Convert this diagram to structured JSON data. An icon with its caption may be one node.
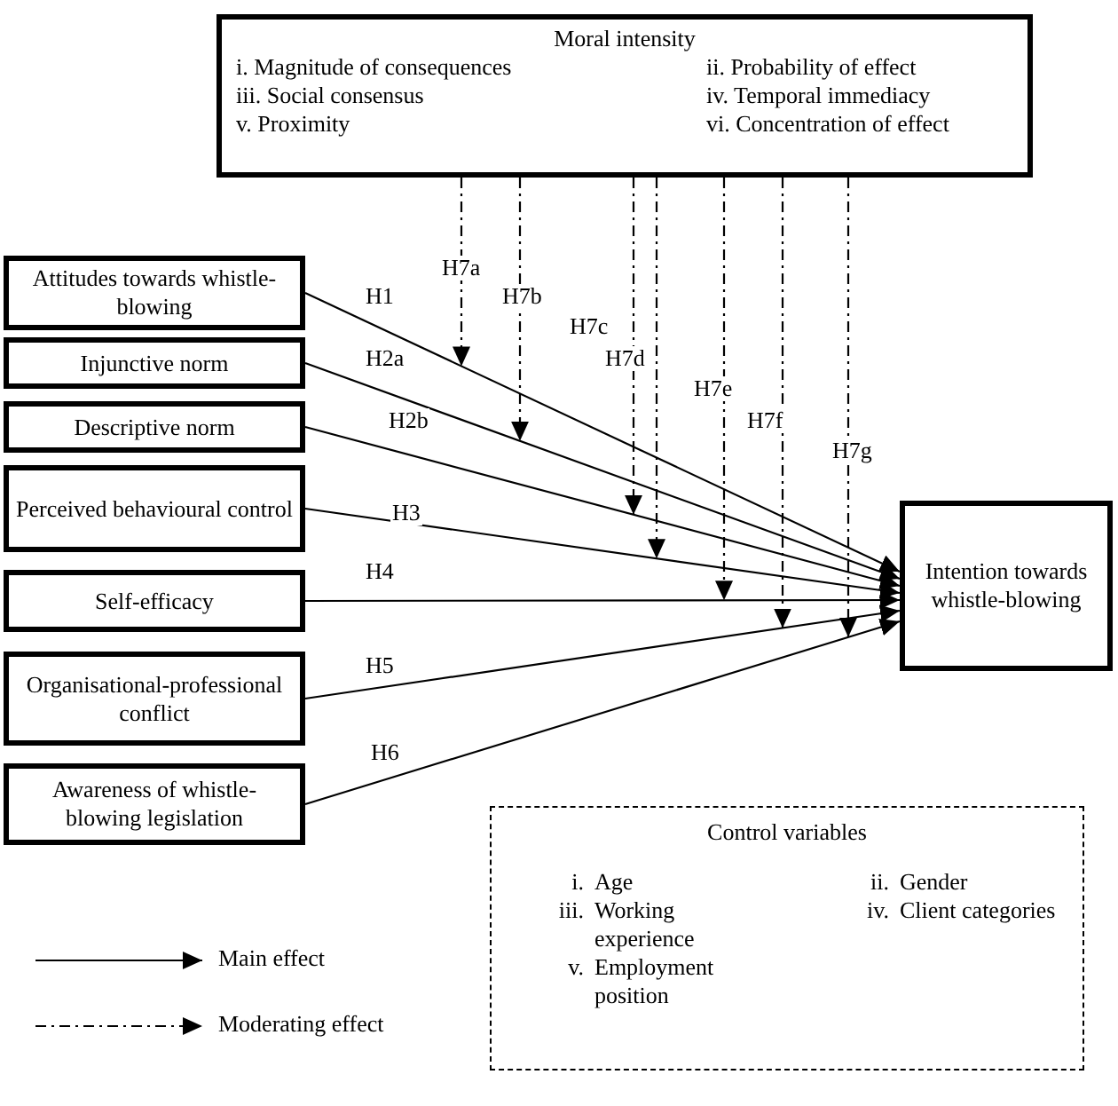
{
  "diagram": {
    "nodes": [
      {
        "text": [
          "Moral intensity",
          "i. Magnitude of consequences",
          "ii. Probability of effect",
          "iii. Social consensus",
          "iv. Temporal immediacy",
          "v. Proximity",
          "vi. Concentration of effect"
        ]
      },
      {
        "text": [
          "Attitudes towards whistle-blowing"
        ]
      },
      {
        "text": [
          "Injunctive norm"
        ]
      },
      {
        "text": [
          "Descriptive norm"
        ]
      },
      {
        "text": [
          "Perceived behavioural control"
        ]
      },
      {
        "text": [
          "Self-efficacy"
        ]
      },
      {
        "text": [
          "Organisational-professional conflict"
        ]
      },
      {
        "text": [
          "Awareness of whistle-blowing legislation"
        ]
      },
      {
        "text": [
          "Intention towards whistle-blowing"
        ]
      },
      {
        "text": [
          "Control variables",
          "i.",
          "Age",
          "ii.",
          "Gender",
          "iii.",
          "Working experience",
          "iv.",
          "Client categories",
          "v.",
          "Employment position"
        ]
      }
    ],
    "edges": [
      {
        "from": 1,
        "to": 8,
        "arrow": "to",
        "label": "H1"
      },
      {
        "from": 2,
        "to": 8,
        "arrow": "to",
        "label": "H2a"
      },
      {
        "from": 3,
        "to": 8,
        "arrow": "to",
        "label": "H2b"
      },
      {
        "from": 4,
        "to": 8,
        "arrow": "to",
        "label": "H3"
      },
      {
        "from": 5,
        "to": 8,
        "arrow": "to",
        "label": "H4"
      },
      {
        "from": 6,
        "to": 8,
        "arrow": "to",
        "label": "H5"
      },
      {
        "from": 7,
        "to": 8,
        "arrow": "to",
        "label": "H6"
      },
      {
        "from": 0,
        "to": null,
        "arrow": "to",
        "label": "H7a",
        "style": "dashed"
      },
      {
        "from": 0,
        "to": null,
        "arrow": "to",
        "label": "H7b",
        "style": "dashed"
      },
      {
        "from": 0,
        "to": null,
        "arrow": "to",
        "label": "H7c",
        "style": "dashed"
      },
      {
        "from": 0,
        "to": null,
        "arrow": "to",
        "label": "H7d",
        "style": "dashed"
      },
      {
        "from": 0,
        "to": null,
        "arrow": "to",
        "label": "H7e",
        "style": "dashed"
      },
      {
        "from": 0,
        "to": null,
        "arrow": "to",
        "label": "H7f",
        "style": "dashed"
      },
      {
        "from": 0,
        "to": null,
        "arrow": "to",
        "label": "H7g",
        "style": "dashed"
      }
    ],
    "legend": [
      {
        "text": "Main effect"
      },
      {
        "text": "Moderating effect"
      }
    ]
  }
}
